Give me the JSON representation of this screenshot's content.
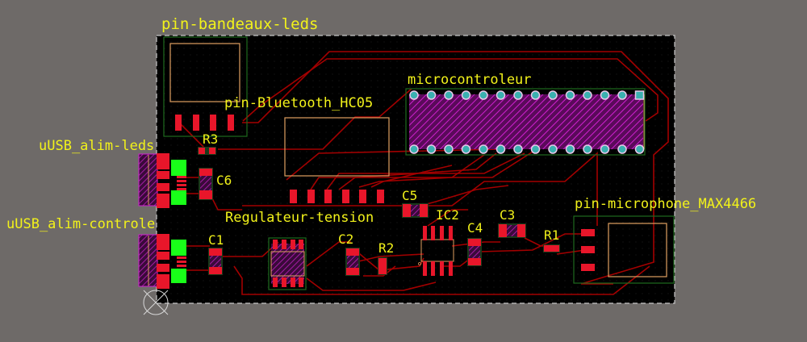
{
  "app": {
    "view": "PCB layout editor",
    "colors": {
      "background": "#6e6a68",
      "board": "#000000",
      "trace": "#a30000",
      "pad": "#e8162a",
      "label": "#f2f21a",
      "silkscreen": "#e0a060",
      "courtyard": "#1e6a1e",
      "ic_fill": "#b000b0",
      "via": "#3ab0b0",
      "usb_pad": "#19ff19"
    }
  },
  "components": {
    "pin_bandeaux_leds": {
      "name": "pin-bandeaux-leds"
    },
    "pin_bluetooth": {
      "name": "pin-Bluetooth_HC05"
    },
    "microcontroleur": {
      "name": "microcontroleur"
    },
    "usb_alim_leds": {
      "name": "uUSB_alim-leds"
    },
    "usb_alim_controle": {
      "name": "uUSB_alim-controle"
    },
    "regulateur": {
      "name": "Regulateur-tension"
    },
    "pin_microphone": {
      "name": "pin-microphone_MAX4466"
    },
    "r3": {
      "name": "R3"
    },
    "c6": {
      "name": "C6"
    },
    "c5": {
      "name": "C5"
    },
    "c1": {
      "name": "C1"
    },
    "c2": {
      "name": "C2"
    },
    "r2": {
      "name": "R2"
    },
    "ic2": {
      "name": "IC2"
    },
    "c4": {
      "name": "C4"
    },
    "c3": {
      "name": "C3"
    },
    "r1": {
      "name": "R1"
    }
  }
}
